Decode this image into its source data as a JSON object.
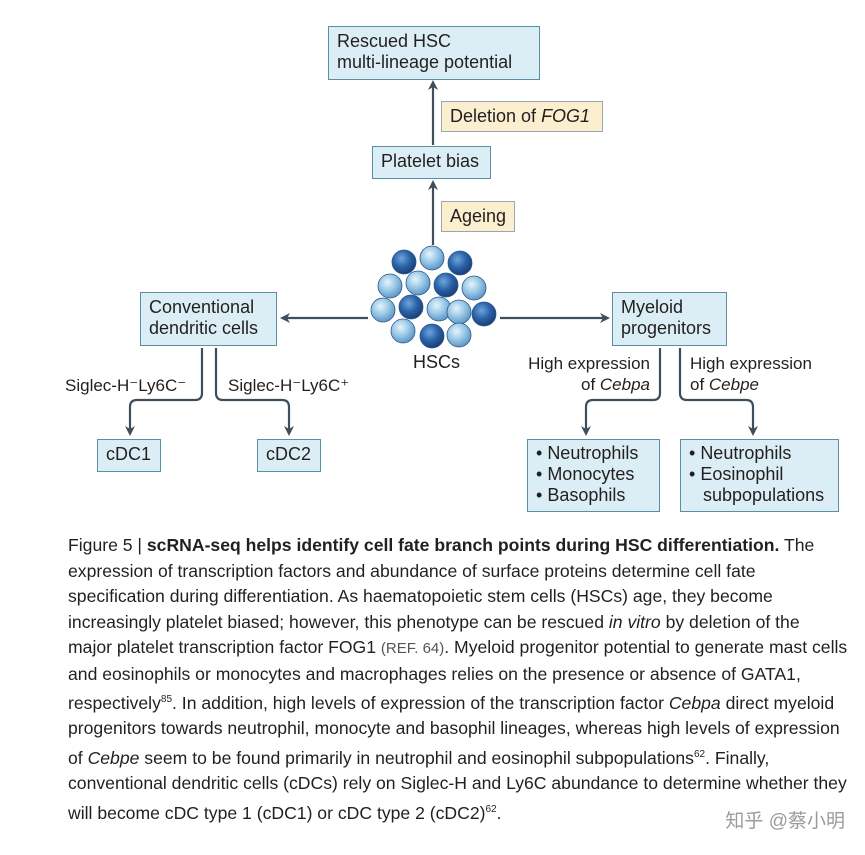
{
  "nodes": {
    "rescued_line1": "Rescued HSC",
    "rescued_line2": "multi-lineage potential",
    "deletion_prefix": "Deletion of ",
    "deletion_gene": "FOG1",
    "platelet_bias": "Platelet bias",
    "ageing": "Ageing",
    "hscs": "HSCs",
    "cdc_line1": "Conventional",
    "cdc_line2": "dendritic cells",
    "myeloid_line1": "Myeloid",
    "myeloid_line2": "progenitors",
    "siglec_neg": "Siglec-H⁻Ly6C⁻",
    "siglec_pos": "Siglec-H⁻Ly6C⁺",
    "cdc1": "cDC1",
    "cdc2": "cDC2",
    "high_expr_a1": "High expression",
    "high_expr_a2_prefix": "of ",
    "high_expr_a2_gene": "Cebpa",
    "high_expr_b1": "High expression",
    "high_expr_b2_prefix": "of ",
    "high_expr_b2_gene": "Cebpe",
    "list_a": [
      "Neutrophils",
      "Monocytes",
      "Basophils"
    ],
    "list_b_1": "Neutrophils",
    "list_b_2": "Eosinophil",
    "list_b_3": "subpopulations"
  },
  "caption": {
    "fig": "Figure 5 | ",
    "bold": "scRNA-seq helps identify cell fate branch points during HSC differentiation.",
    "t1": " The expression of transcription factors and abundance of surface proteins determine cell fate specification during differentiation. As haematopoietic stem cells (HSCs) age, they become increasingly platelet biased; however, this phenotype can be rescued ",
    "t1_it": "in vitro",
    "t2": " by deletion of the major platelet transcription factor FOG1 ",
    "ref64": "(REF. 64)",
    "t3": ". Myeloid progenitor potential to generate mast cells and eosinophils or monocytes and macrophages relies on the presence or absence of GATA1, respectively",
    "sup85": "85",
    "t4": ". In addition, high levels of expression of the transcription factor ",
    "t4_it": "Cebpa",
    "t5": " direct myeloid progenitors towards neutrophil, monocyte and basophil lineages, whereas high levels of expression of ",
    "t5_it": "Cebpe",
    "t6": " seem to be found primarily in neutrophil and eosinophil subpopulations",
    "sup62": "62",
    "t7": ". Finally, conventional dendritic cells (cDCs) rely on Siglec-H and Ly6C abundance to determine whether they will become cDC type 1 (cDC1) or cDC type 2 (cDC2)",
    "sup_end": "62",
    "t8": "."
  },
  "watermark": "知乎 @蔡小明",
  "colors": {
    "box_fill": "#dbeef5",
    "box_border": "#5a8fa8",
    "tag_fill": "#fbefd0",
    "arrow": "#3d4e5c",
    "cell_dark": "#2a62a8",
    "cell_light": "#9ecbe8"
  }
}
